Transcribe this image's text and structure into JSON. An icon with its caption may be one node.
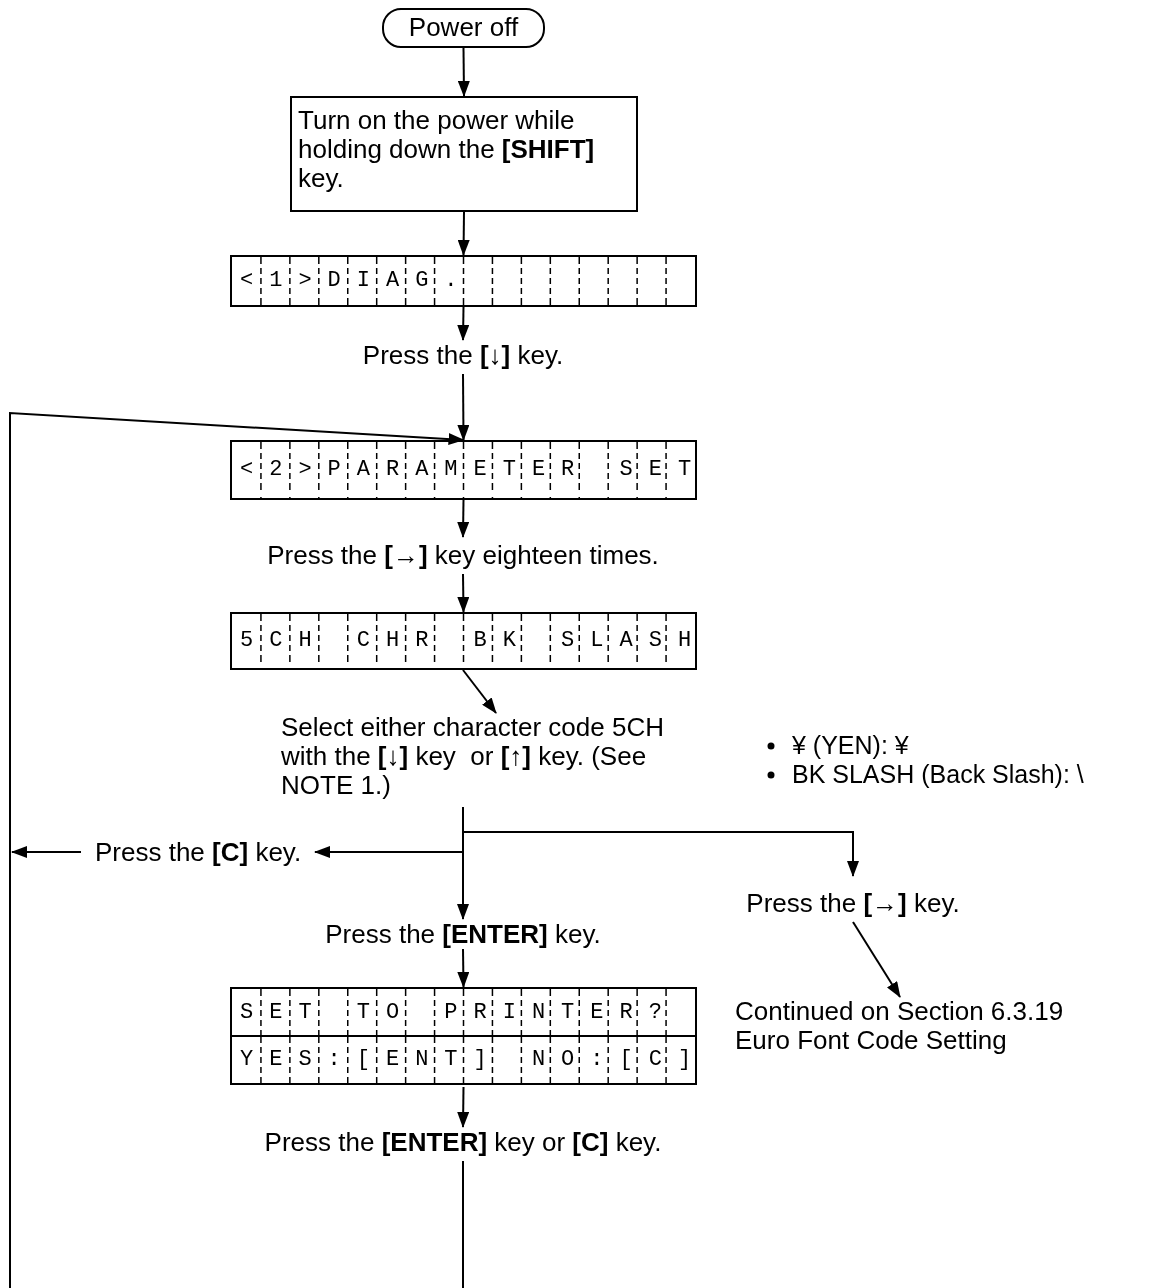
{
  "diagram": {
    "nodes": [
      {
        "text": [
          "Power off"
        ]
      },
      {
        "text": [
          "Turn on the power while holding down the **[SHIFT]** key."
        ]
      },
      {
        "text": [
          "<1>DIAG."
        ]
      },
      {
        "text": [
          "Press the **[↓]** key."
        ]
      },
      {
        "text": [
          "<2>PARAMETER SET"
        ]
      },
      {
        "text": [
          "Press the **[→]** key eighteen times."
        ]
      },
      {
        "text": [
          "5CH CHR BK SLASH"
        ]
      },
      {
        "text": [
          "Select either character code 5CH with the **[↓]** key  or **[↑]** key. (See NOTE 1.)"
        ]
      },
      {
        "text": [
          "Press the **[C]** key."
        ]
      },
      {
        "text": [
          "Press the **[ENTER]** key."
        ]
      },
      {
        "text": [
          "Press the **[→]** key."
        ]
      },
      {
        "text": [
          "Continued on Section 6.3.19 Euro Font Code Setting"
        ]
      },
      {
        "text": [
          "SET TO PRINTER?",
          "YES:[ENT] NO:[C]"
        ]
      },
      {
        "text": [
          "Press the **[ENTER]** key or **[C]** key."
        ]
      }
    ],
    "edges": [
      {
        "from": 0,
        "to": 1,
        "arrow": "to"
      },
      {
        "from": 1,
        "to": 2,
        "arrow": "to"
      },
      {
        "from": 2,
        "to": 3,
        "arrow": "to"
      },
      {
        "from": 3,
        "to": 4,
        "arrow": "to"
      },
      {
        "from": 4,
        "to": 5,
        "arrow": "to"
      },
      {
        "from": 5,
        "to": 6,
        "arrow": "to"
      },
      {
        "from": 6,
        "to": 7,
        "arrow": "to"
      },
      {
        "from": 7,
        "to": 8,
        "arrow": "to"
      },
      {
        "from": 7,
        "to": 9,
        "arrow": "to"
      },
      {
        "from": 7,
        "to": 10,
        "arrow": "to"
      },
      {
        "from": 8,
        "to": null,
        "arrow": "to"
      },
      {
        "from": 10,
        "to": 11,
        "arrow": "to"
      },
      {
        "from": 9,
        "to": 12,
        "arrow": "to"
      },
      {
        "from": 12,
        "to": 13,
        "arrow": "to"
      },
      {
        "from": 13,
        "to": null,
        "arrow": "none"
      },
      {
        "from": null,
        "to": 4,
        "arrow": "to"
      }
    ],
    "labels": [
      "¥ (YEN): ¥",
      "BK SLASH (Back Slash): \\"
    ]
  }
}
